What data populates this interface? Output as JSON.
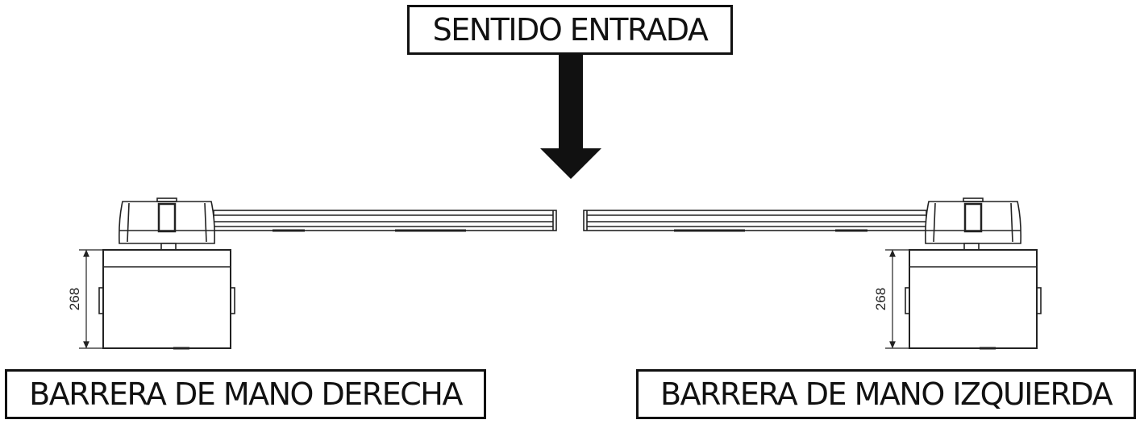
{
  "labels": {
    "direction": "SENTIDO ENTRADA",
    "right_hand": "BARRERA DE MANO DERECHA",
    "left_hand": "BARRERA DE MANO IZQUIERDA"
  },
  "dimensions": {
    "left_height": "268",
    "right_height": "268"
  },
  "colors": {
    "line": "#222222",
    "arrow": "#111111"
  }
}
